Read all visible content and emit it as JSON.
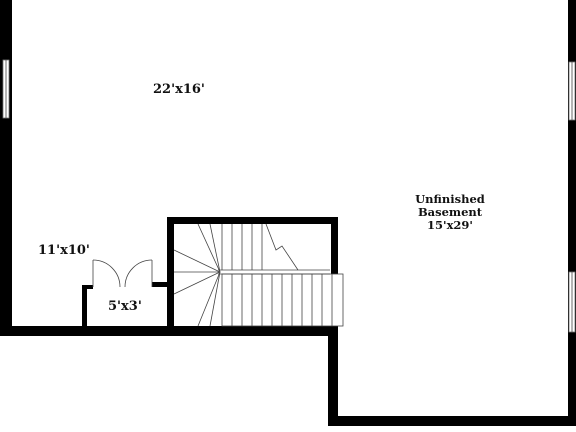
{
  "rooms": {
    "main": {
      "dimensions": "22'x16'"
    },
    "side": {
      "dimensions": "11'x10'"
    },
    "closet": {
      "dimensions": "5'x3'"
    },
    "basement": {
      "name_line1": "Unfinished",
      "name_line2": "Basement",
      "dimensions": "15'x29'"
    }
  },
  "colors": {
    "wall": "#000000",
    "background": "#ffffff",
    "detail": "#444444"
  }
}
